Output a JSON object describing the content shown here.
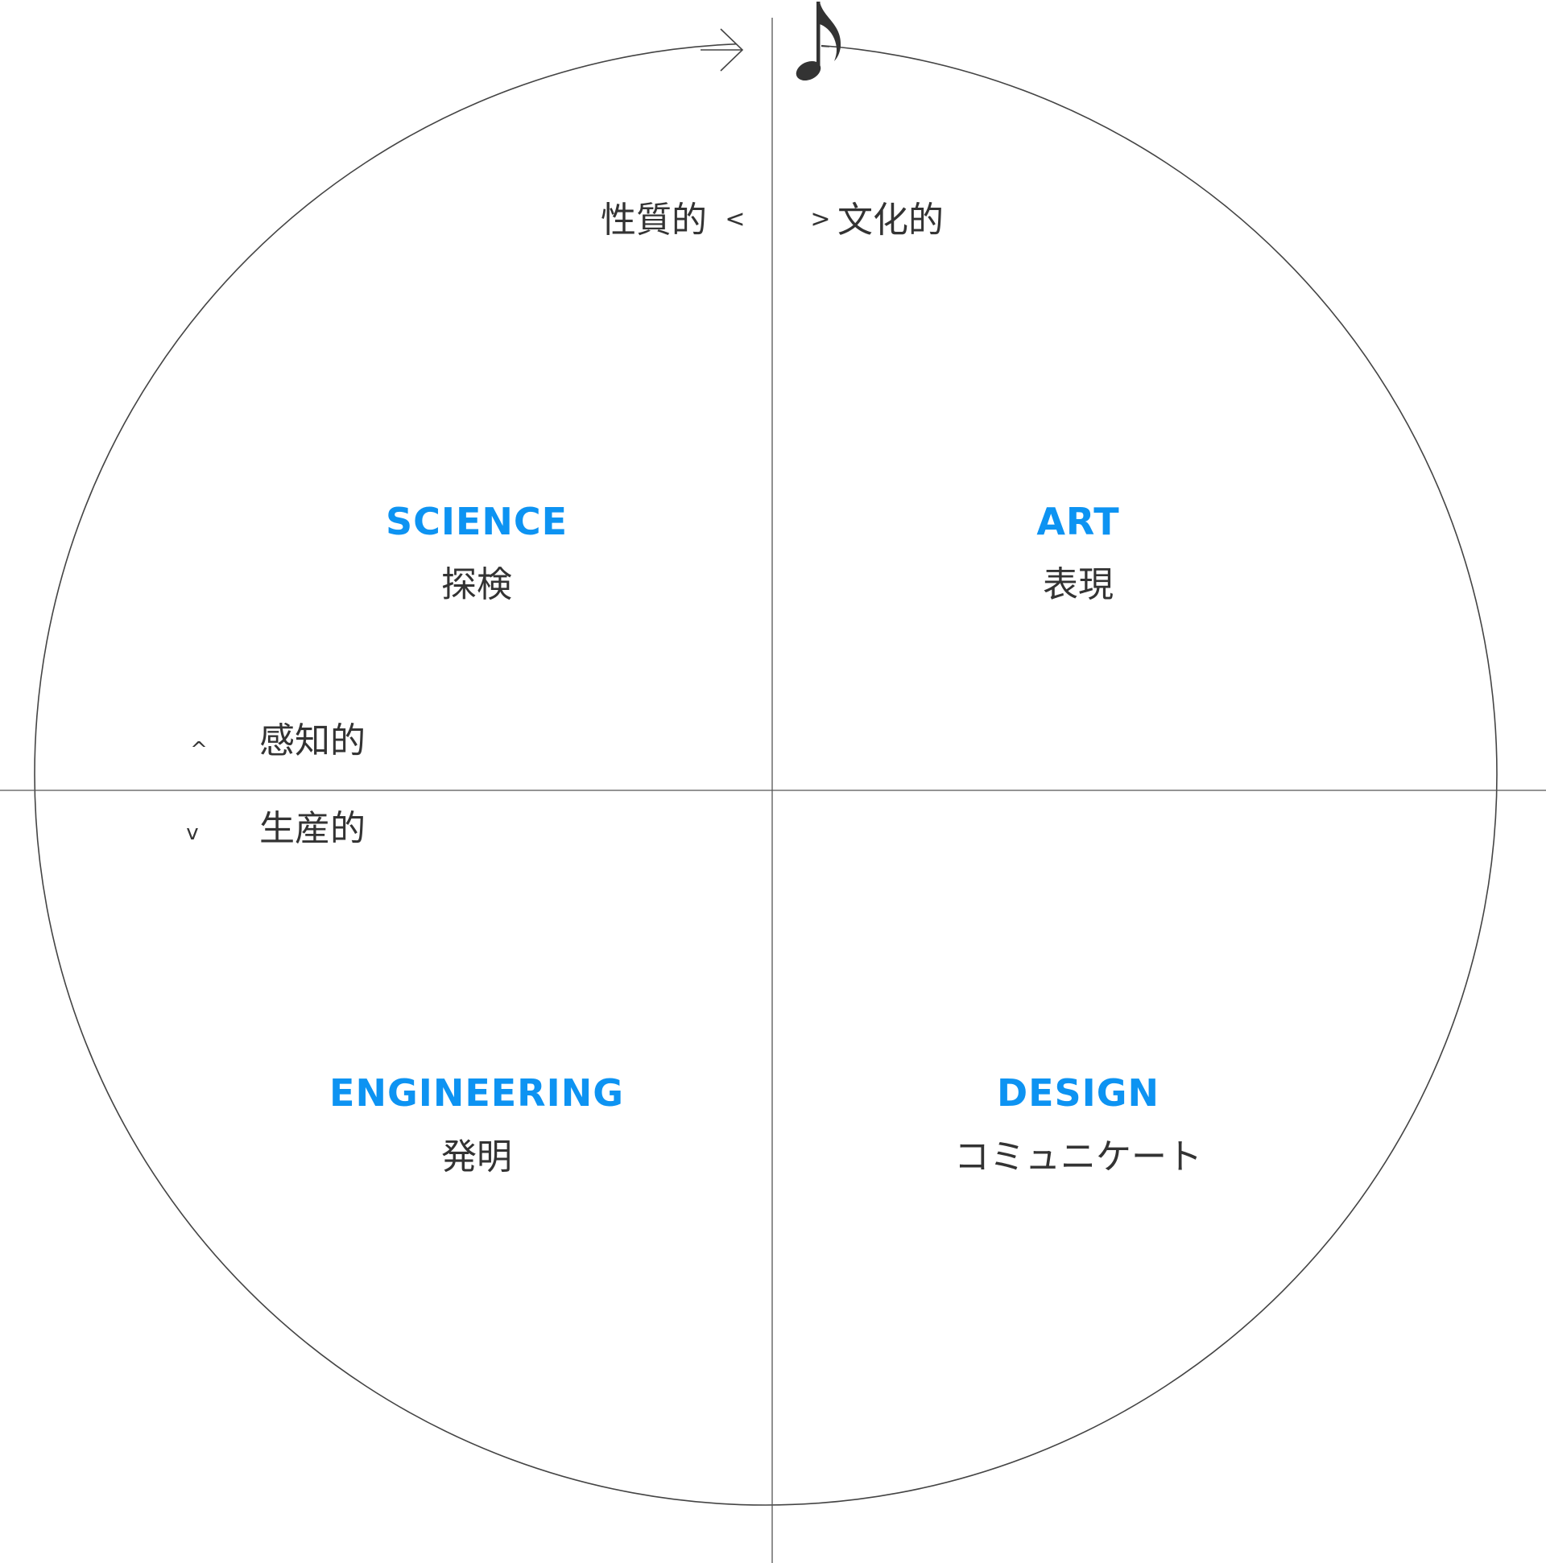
{
  "colors": {
    "accent": "#0d93f2",
    "text": "#333333",
    "line": "#444444"
  },
  "icons": {
    "top_symbol": "eighth-note-icon",
    "cycle_arrow": "arrow-right-icon"
  },
  "axes": {
    "left_label": "性質的",
    "left_marker": "<",
    "right_label": "文化的",
    "right_marker": ">",
    "upper_label": "感知的",
    "upper_marker": "^",
    "lower_label": "生産的",
    "lower_marker": "v"
  },
  "quadrants": {
    "science": {
      "title": "SCIENCE",
      "subtitle": "探検"
    },
    "art": {
      "title": "ART",
      "subtitle": "表現"
    },
    "engineering": {
      "title": "ENGINEERING",
      "subtitle": "発明"
    },
    "design": {
      "title": "DESIGN",
      "subtitle": "コミュニケート"
    }
  }
}
